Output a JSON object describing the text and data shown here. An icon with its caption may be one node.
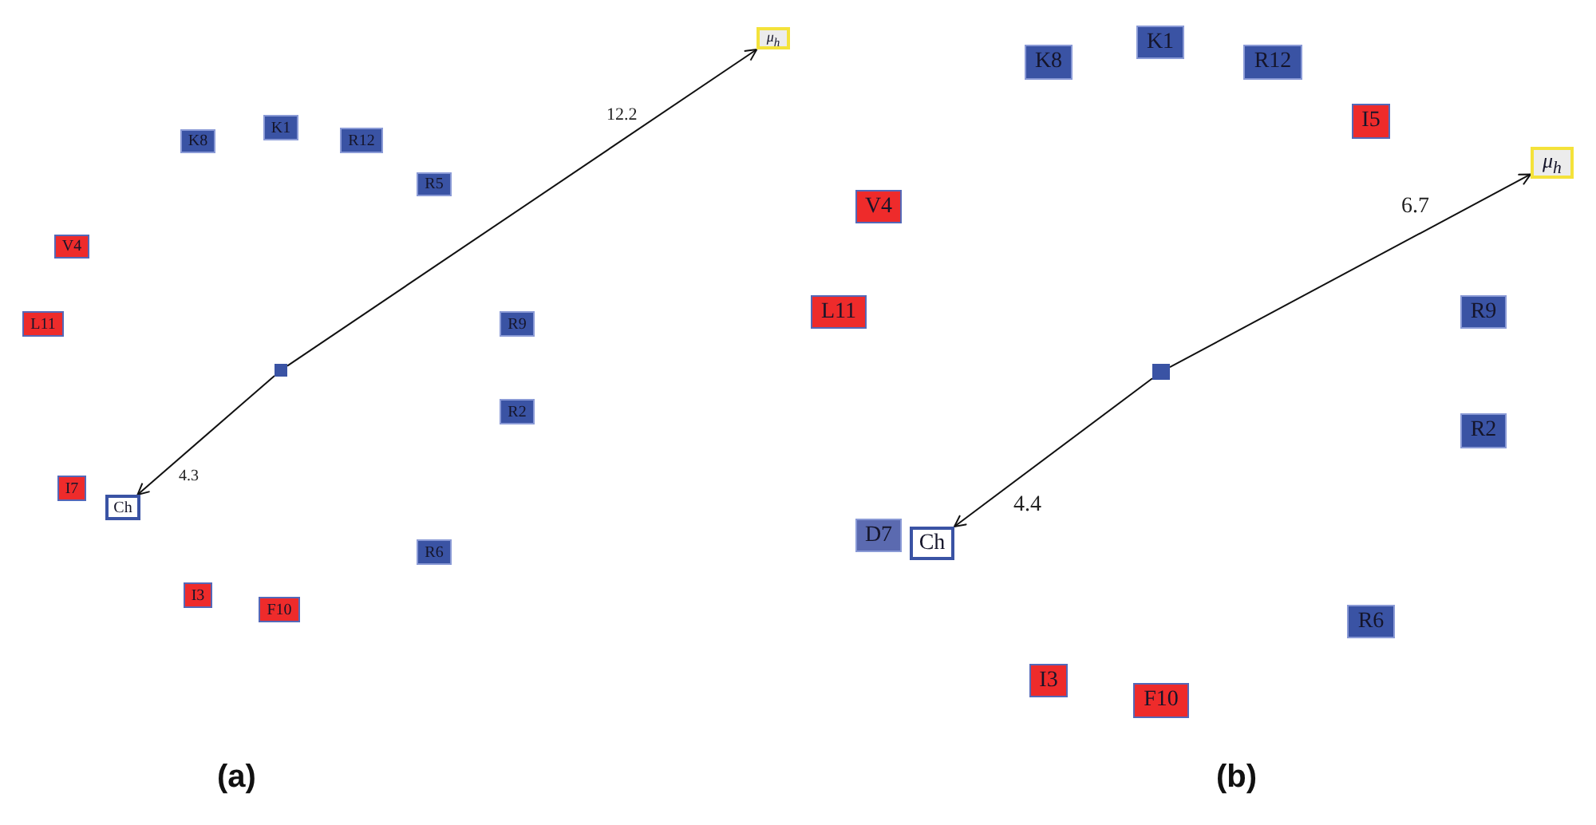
{
  "diagram": {
    "nodes": [
      {
        "text": [
          "μ$_{h}$"
        ]
      },
      {
        "text": [
          "K1"
        ]
      },
      {
        "text": [
          "K8"
        ]
      },
      {
        "text": [
          "R12"
        ]
      },
      {
        "text": [
          "R5"
        ]
      },
      {
        "text": [
          "V4"
        ]
      },
      {
        "text": [
          "L11"
        ]
      },
      {
        "text": [
          "R9"
        ]
      },
      {
        "text": [],
        "shape": "box"
      },
      {
        "text": [
          "R2"
        ]
      },
      {
        "text": [
          "I7"
        ]
      },
      {
        "text": [
          "Ch"
        ]
      },
      {
        "text": [
          "R6"
        ]
      },
      {
        "text": [
          "I3"
        ]
      },
      {
        "text": [
          "F10"
        ]
      },
      {
        "text": [
          "K1"
        ]
      },
      {
        "text": [
          "K8"
        ]
      },
      {
        "text": [
          "R12"
        ]
      },
      {
        "text": [
          "I5"
        ]
      },
      {
        "text": [
          "μ$_{h}$"
        ]
      },
      {
        "text": [
          "V4"
        ]
      },
      {
        "text": [
          "L11"
        ]
      },
      {
        "text": [
          "R9"
        ]
      },
      {
        "text": [],
        "shape": "box"
      },
      {
        "text": [
          "R2"
        ]
      },
      {
        "text": [
          "D7"
        ]
      },
      {
        "text": [
          "Ch"
        ]
      },
      {
        "text": [
          "R6"
        ]
      },
      {
        "text": [
          "I3"
        ]
      },
      {
        "text": [
          "F10"
        ]
      }
    ],
    "edges": [
      {
        "from": 8,
        "to": 0,
        "arrow": "to",
        "label": "12.2"
      },
      {
        "from": 8,
        "to": 11,
        "arrow": "to",
        "label": "4.3"
      },
      {
        "from": 23,
        "to": 19,
        "arrow": "to",
        "label": "6.7"
      },
      {
        "from": 23,
        "to": 26,
        "arrow": "to",
        "label": "4.4"
      }
    ],
    "labels": [
      "(a)",
      "(b)"
    ]
  }
}
